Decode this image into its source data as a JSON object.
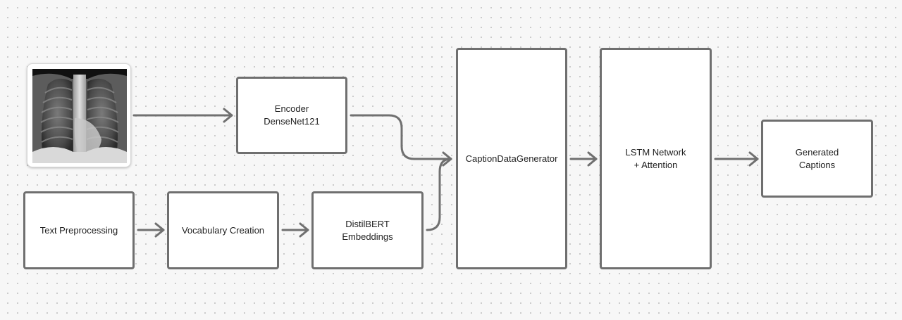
{
  "nodes": {
    "encoder": {
      "label": "Encoder\nDenseNet121"
    },
    "caption_generator": {
      "label": "CaptionDataGenerator"
    },
    "lstm": {
      "label": "LSTM Network\n+ Attention"
    },
    "generated_captions": {
      "label": "Generated\nCaptions"
    },
    "text_preprocessing": {
      "label": "Text Preprocessing"
    },
    "vocabulary_creation": {
      "label": "Vocabulary Creation"
    },
    "distilbert": {
      "label": "DistilBERT\nEmbeddings"
    }
  },
  "colors": {
    "background": "#f7f7f7",
    "border": "#6f6f6f",
    "arrow": "#707070",
    "text": "#1e1e1e"
  },
  "image": {
    "icon": "chest-xray-image"
  }
}
